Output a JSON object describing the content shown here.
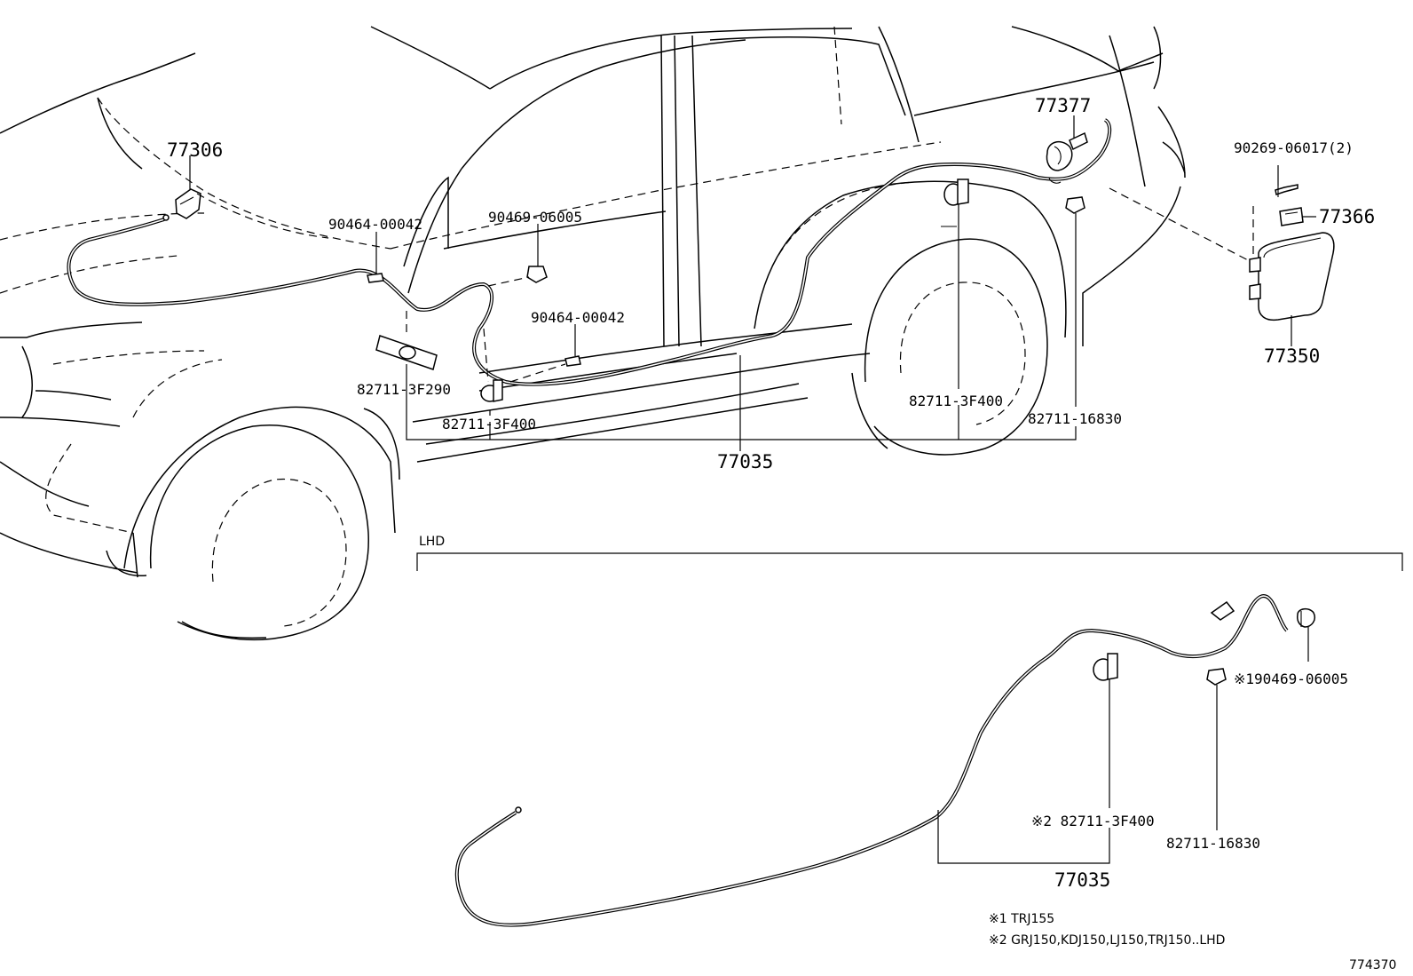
{
  "labels": {
    "p77306": "77306",
    "p90464_a": "90464-00042",
    "p90469_a": "90469-06005",
    "p90464_b": "90464-00042",
    "p82711_3f290": "82711-3F290",
    "p82711_3f400_a": "82711-3F400",
    "p77035_a": "77035",
    "p82711_3f400_b": "82711-3F400",
    "p82711_16830_a": "82711-16830",
    "p77377": "77377",
    "p90269": "90269-06017(2)",
    "p77366": "77366",
    "p77350": "77350",
    "lhd": "LHD",
    "p90469_b": "※190469-06005",
    "p82711_3f400_c": "※2 82711-3F400",
    "p82711_16830_b": "82711-16830",
    "p77035_b": "77035"
  },
  "notes": {
    "note1": "※1 TRJ155",
    "note2": "※2 GRJ150,KDJ150,LJ150,TRJ150..LHD"
  },
  "diagram_id": "774370"
}
